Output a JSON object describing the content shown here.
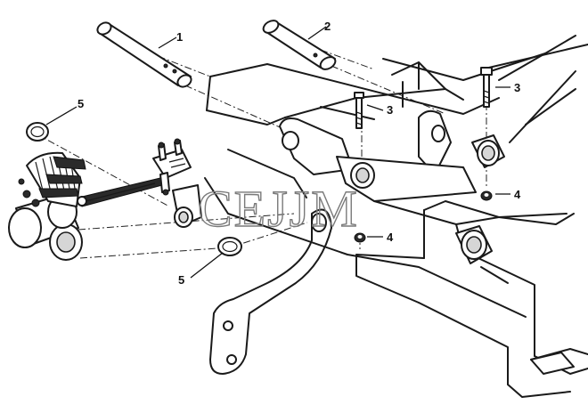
{
  "watermark": "CEJJM",
  "callouts": [
    {
      "id": "c1a",
      "label": "1"
    },
    {
      "id": "c2a",
      "label": "2"
    },
    {
      "id": "c3a",
      "label": "3"
    },
    {
      "id": "c3b",
      "label": "3"
    },
    {
      "id": "c4a",
      "label": "4"
    },
    {
      "id": "c4b",
      "label": "4"
    },
    {
      "id": "c5a",
      "label": "5"
    },
    {
      "id": "c5b",
      "label": "5"
    }
  ]
}
